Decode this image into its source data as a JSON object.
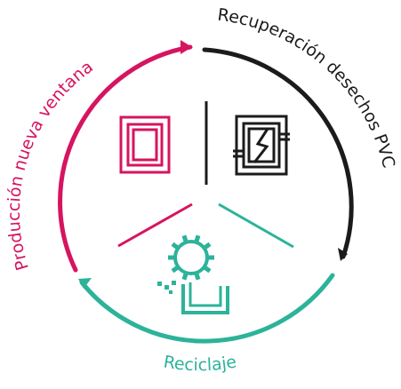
{
  "labels": {
    "production": "Producción nueva ventana",
    "recovery": "Recuperación desechos PVC",
    "recycling": "Reciclaje"
  },
  "colors": {
    "magenta": "#d6145f",
    "black": "#1b1b1b",
    "teal": "#2cb39a"
  },
  "icons": {
    "new_window": "new-window-icon",
    "broken_window": "broken-window-icon",
    "recycling": "recycling-gear-icon"
  }
}
